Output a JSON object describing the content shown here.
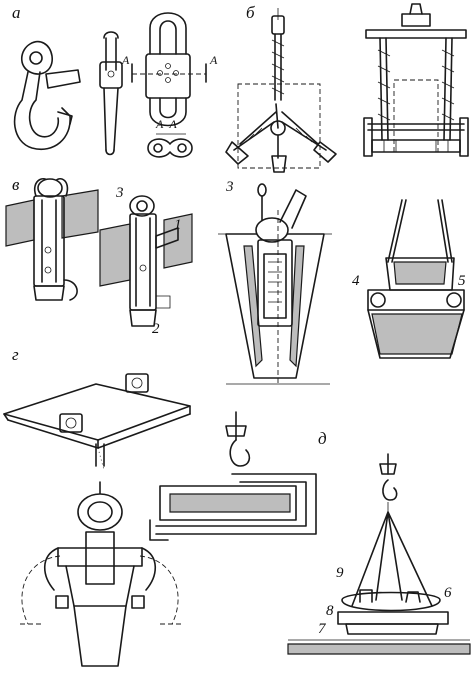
{
  "section_labels": {
    "a": "а",
    "b": "б",
    "v": "в",
    "g": "г",
    "d": "д"
  },
  "section_markers": {
    "a_left": "A",
    "a_right": "A",
    "a_section": "A–A"
  },
  "callouts": {
    "n1": "1",
    "n2": "2",
    "n3_left": "3",
    "n3_right": "3",
    "n4": "4",
    "n5": "5",
    "n6": "6",
    "n7": "7",
    "n8": "8",
    "n9": "9"
  }
}
